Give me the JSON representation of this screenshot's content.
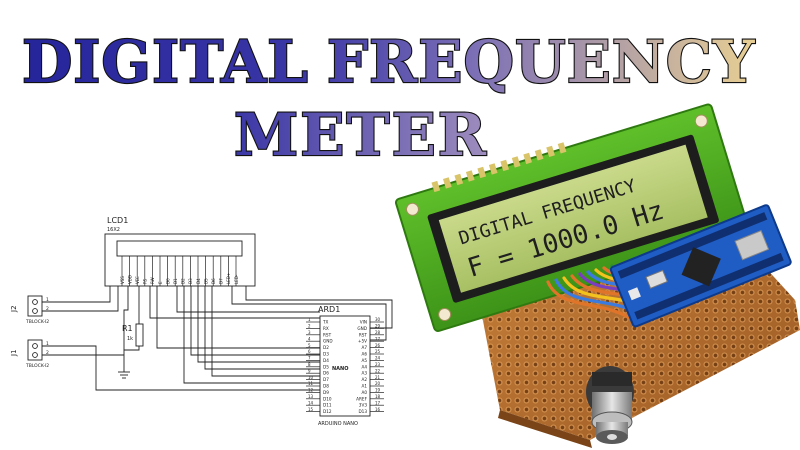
{
  "title": {
    "line1": "DIGITAL",
    "line1b": "FREQUENCY",
    "line2": "METER",
    "colors": {
      "dark": "#2f2f9c",
      "mid": "#6f64b3",
      "light": "#c9b88d",
      "outline": "#111111"
    }
  },
  "lcd_display": {
    "line1": "DIGITAL FREQUENCY",
    "line2": "F = 1000.0 Hz"
  },
  "schematic": {
    "lcd": {
      "ref": "LCD1",
      "type": "16X2",
      "pins": [
        "VSS",
        "VDD",
        "VEE",
        "RS",
        "RW",
        "E",
        "D0",
        "D1",
        "D2",
        "D3",
        "D4",
        "D5",
        "D6",
        "D7",
        "LED+",
        "LED-"
      ]
    },
    "resistor": {
      "ref": "R1",
      "value": "1k"
    },
    "j2": {
      "ref": "J2",
      "label": "TBLOCK-I2",
      "pin1": "1",
      "pin2": "2"
    },
    "j1": {
      "ref": "J1",
      "label": "TBLOCK-I2",
      "pin1": "1",
      "pin2": "2"
    },
    "arduino": {
      "ref": "ARD1",
      "name": "ARDUINO NANO",
      "logo": "NANO",
      "left_pins": [
        {
          "num": "1",
          "name": "TX"
        },
        {
          "num": "2",
          "name": "RX"
        },
        {
          "num": "3",
          "name": "RST"
        },
        {
          "num": "4",
          "name": "GND"
        },
        {
          "num": "5",
          "name": "D2"
        },
        {
          "num": "6",
          "name": "D3"
        },
        {
          "num": "7",
          "name": "D4"
        },
        {
          "num": "8",
          "name": "D5"
        },
        {
          "num": "9",
          "name": "D6"
        },
        {
          "num": "10",
          "name": "D7"
        },
        {
          "num": "11",
          "name": "D8"
        },
        {
          "num": "12",
          "name": "D9"
        },
        {
          "num": "13",
          "name": "D10"
        },
        {
          "num": "14",
          "name": "D11"
        },
        {
          "num": "15",
          "name": "D12"
        }
      ],
      "right_pins": [
        {
          "num": "30",
          "name": "VIN"
        },
        {
          "num": "29",
          "name": "GND"
        },
        {
          "num": "28",
          "name": "RST"
        },
        {
          "num": "27",
          "name": "+5V"
        },
        {
          "num": "26",
          "name": "A7"
        },
        {
          "num": "25",
          "name": "A6"
        },
        {
          "num": "24",
          "name": "A5"
        },
        {
          "num": "23",
          "name": "A4"
        },
        {
          "num": "22",
          "name": "A3"
        },
        {
          "num": "21",
          "name": "A2"
        },
        {
          "num": "20",
          "name": "A1"
        },
        {
          "num": "19",
          "name": "A0"
        },
        {
          "num": "18",
          "name": "AREF"
        },
        {
          "num": "17",
          "name": "3V3"
        },
        {
          "num": "16",
          "name": "D13"
        }
      ]
    }
  }
}
